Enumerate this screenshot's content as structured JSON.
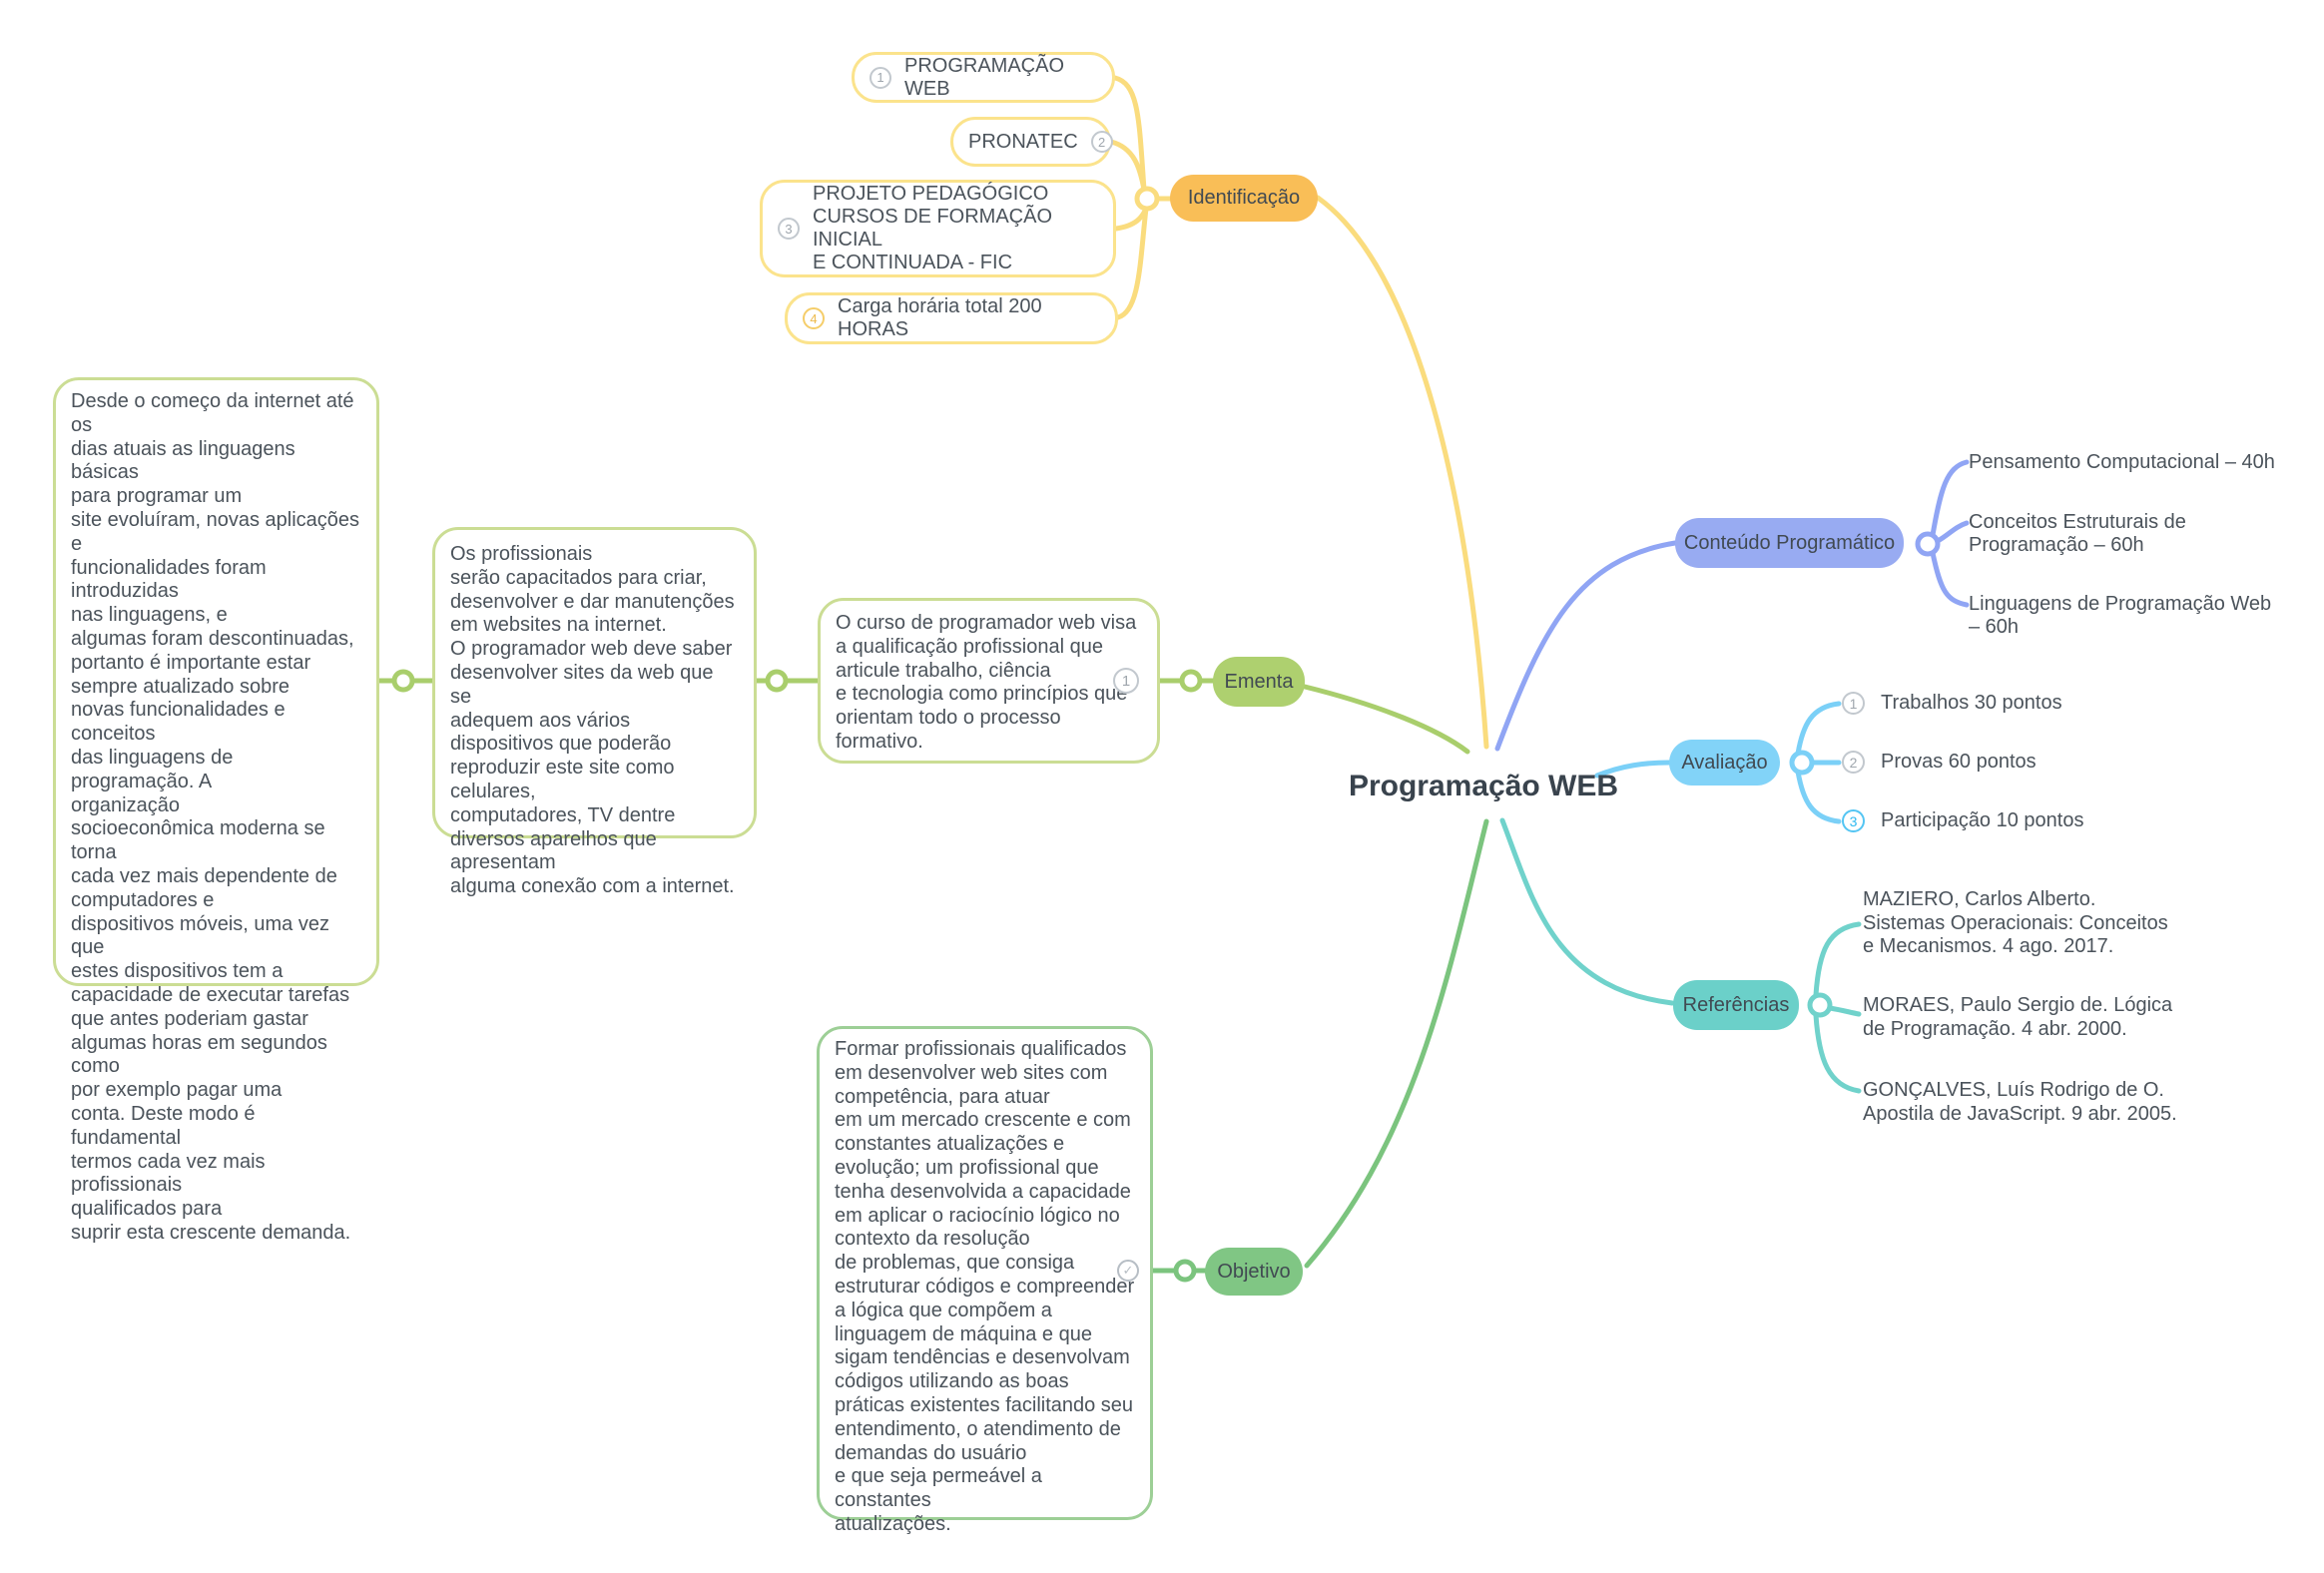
{
  "title": "Programação WEB",
  "colors": {
    "title_color": "#39434D",
    "text_dark": "#414A52",
    "text_body": "#4B535B",
    "yellow_line": "#FADC7E",
    "yellow_border": "#FBE38C",
    "pill_identificacao": "#F9BE57",
    "green_line": "#A9CE6C",
    "green_box_border": "#CBDD94",
    "pill_ementa": "#AED06F",
    "blue_line": "#90A5F4",
    "pill_conteudo": "#98ABF2",
    "sky_line": "#7BD0F7",
    "pill_avaliacao": "#82D3F8",
    "teal_line": "#70D2CB",
    "pill_referencias": "#6BD0C9",
    "objetivo_line": "#7BC47E",
    "objetivo_box_border": "#9DCF96",
    "pill_objetivo": "#80C684",
    "gray_badge_border": "#C2C8CE",
    "gray_badge_text": "#9FA6AD",
    "yellow_badge_border": "#F5CD69",
    "yellow_badge_text": "#EDBB4E",
    "blue_badge_border": "#54C5F3",
    "blue_badge_text": "#2FB9F0",
    "check_gray": "#B7BEC5"
  },
  "branches": {
    "identificacao": {
      "label": "Identificação",
      "children": [
        {
          "num": "1",
          "text": "PROGRAMAÇÃO WEB"
        },
        {
          "num": "2",
          "text": "PRONATEC"
        },
        {
          "num": "3",
          "text": "PROJETO PEDAGÓGICO\nCURSOS DE FORMAÇÃO INICIAL\nE CONTINUADA - FIC"
        },
        {
          "num": "4",
          "text": "Carga horária total 200 HORAS"
        }
      ]
    },
    "ementa": {
      "label": "Ementa",
      "note_badge_num": "1",
      "notes": [
        "Desde o começo da internet até os\ndias atuais as linguagens básicas\npara programar um\nsite evoluíram, novas aplicações e\nfuncionalidades foram introduzidas\nnas linguagens, e\nalgumas foram descontinuadas,\nportanto é importante estar\nsempre atualizado sobre\nnovas funcionalidades e conceitos\ndas linguagens de programação. A\norganização\nsocioeconômica moderna se torna\ncada vez mais dependente de\ncomputadores e\ndispositivos móveis, uma vez que\nestes dispositivos tem a\ncapacidade de executar tarefas\nque antes poderiam gastar\nalgumas horas em segundos como\npor exemplo pagar uma\nconta. Deste modo é fundamental\ntermos cada vez mais profissionais\nqualificados para\nsuprir esta crescente demanda.",
        "Os profissionais\nserão capacitados para criar,\ndesenvolver e dar manutenções\nem websites na internet.\nO programador web deve saber\ndesenvolver sites da web que se\nadequem aos vários\ndispositivos que poderão\nreproduzir este site como celulares,\ncomputadores, TV dentre\ndiversos aparelhos que apresentam\nalguma conexão com a internet.",
        "O curso de programador web visa\na qualificação profissional que\narticule trabalho, ciência\ne tecnologia como princípios que\norientam todo o processo\nformativo."
      ]
    },
    "conteudo": {
      "label": "Conteúdo Programático",
      "items": [
        "Pensamento Computacional – 40h",
        "Conceitos Estruturais de\nProgramação – 60h",
        "Linguagens de Programação Web\n– 60h"
      ]
    },
    "avaliacao": {
      "label": "Avaliação",
      "items": [
        {
          "num": "1",
          "text": "Trabalhos 30 pontos"
        },
        {
          "num": "2",
          "text": "Provas 60 pontos"
        },
        {
          "num": "3",
          "text": "Participação 10 pontos"
        }
      ]
    },
    "referencias": {
      "label": "Referências",
      "items": [
        "MAZIERO, Carlos Alberto.\nSistemas Operacionais: Conceitos\ne Mecanismos. 4 ago. 2017.",
        "MORAES, Paulo Sergio de. Lógica\nde Programação. 4 abr. 2000.",
        "GONÇALVES, Luís Rodrigo de O.\nApostila de JavaScript. 9 abr. 2005."
      ]
    },
    "objetivo": {
      "label": "Objetivo",
      "text": "Formar profissionais qualificados\nem desenvolver web sites com\ncompetência, para atuar\nem um mercado crescente e com\nconstantes atualizações e\nevolução; um profissional que\ntenha desenvolvida a capacidade\nem aplicar o raciocínio lógico no\ncontexto da resolução\nde problemas, que consiga\nestruturar códigos e compreender\na lógica que compõem a\nlinguagem de máquina e que\nsigam tendências e desenvolvam\ncódigos utilizando as boas\npráticas existentes facilitando seu\nentendimento, o atendimento de\ndemandas do usuário\ne que seja permeável a constantes\natualizações."
    }
  }
}
